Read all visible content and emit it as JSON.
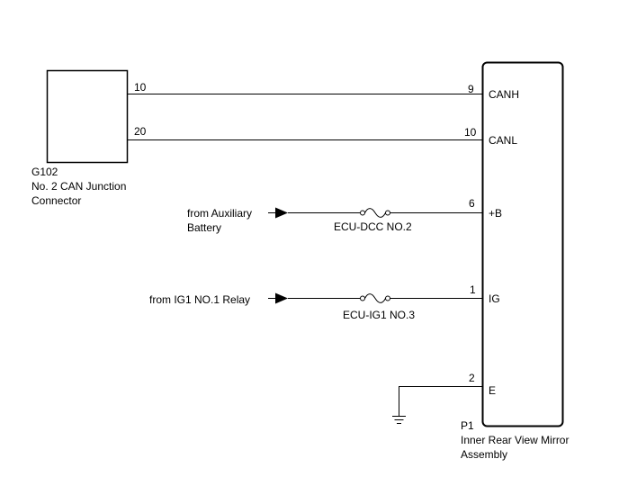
{
  "junction_connector": {
    "code": "G102",
    "name_line1": "No. 2 CAN Junction",
    "name_line2": "Connector",
    "pin_upper": "10",
    "pin_lower": "20"
  },
  "mirror_assembly": {
    "code": "P1",
    "name_line1": "Inner Rear View Mirror",
    "name_line2": "Assembly",
    "terminals": [
      {
        "pin": "9",
        "label": "CANH"
      },
      {
        "pin": "10",
        "label": "CANL"
      },
      {
        "pin": "6",
        "label": "+B"
      },
      {
        "pin": "1",
        "label": "IG"
      },
      {
        "pin": "2",
        "label": "E"
      }
    ]
  },
  "sources": {
    "aux_battery_line1": "from Auxiliary",
    "aux_battery_line2": "Battery",
    "ig1_relay": "from IG1 NO.1 Relay"
  },
  "fuses": {
    "dcc": "ECU-DCC NO.2",
    "ig1": "ECU-IG1 NO.3"
  }
}
